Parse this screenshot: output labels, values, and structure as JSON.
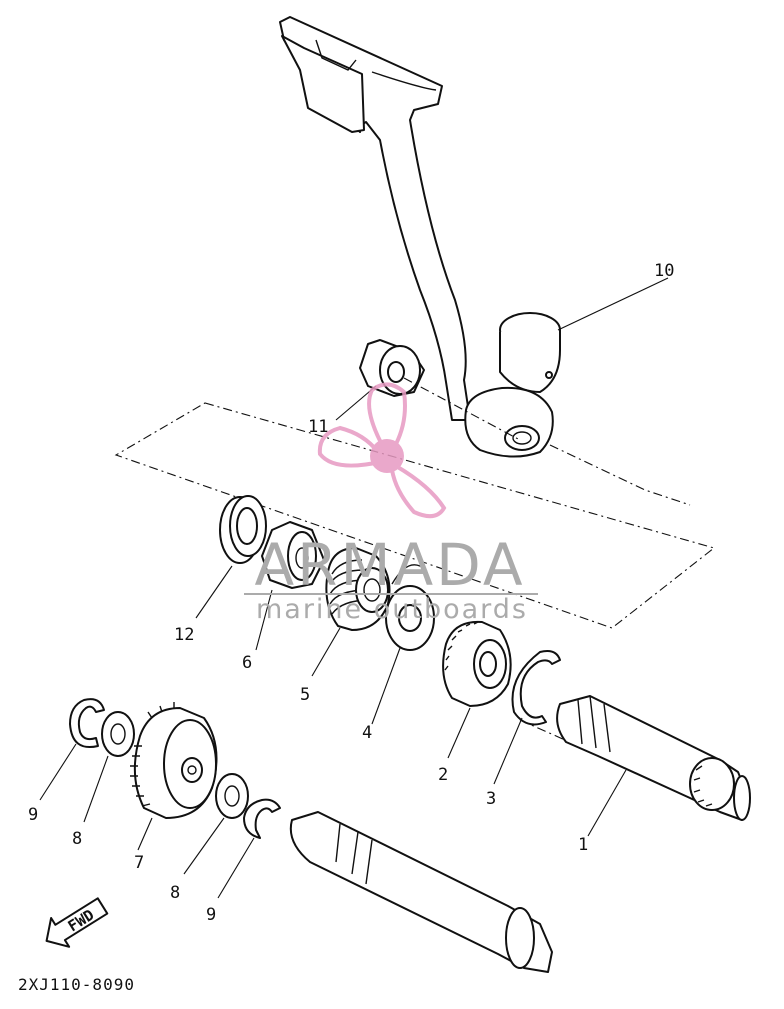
{
  "diagram": {
    "part_numbers": [
      "1",
      "2",
      "3",
      "4",
      "5",
      "6",
      "7",
      "8",
      "8",
      "9",
      "9",
      "10",
      "11",
      "12"
    ],
    "direction_label": "FWD",
    "drawing_code": "2XJ110-8090"
  },
  "watermark": {
    "brand": "ARMADA",
    "tagline": "marine outboards",
    "accent_color": "#e79ac2",
    "line_color": "#ababab",
    "logo_icon": "propeller-logo-icon"
  },
  "colors": {
    "ink": "#111111",
    "paper": "#ffffff"
  }
}
